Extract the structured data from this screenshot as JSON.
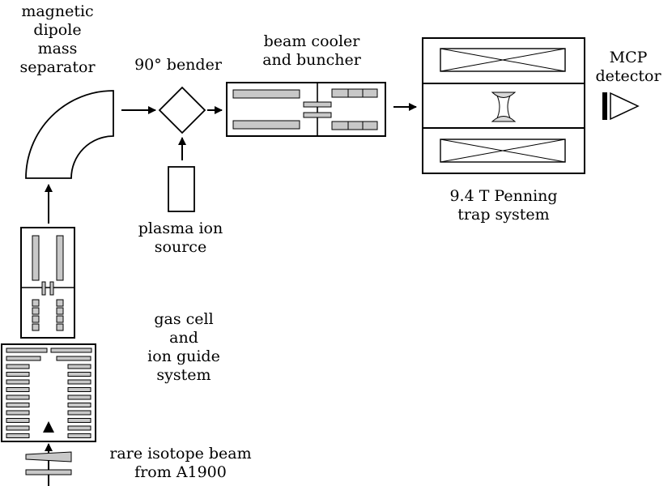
{
  "labels": {
    "separator": [
      "magnetic",
      "dipole",
      "mass",
      "separator"
    ],
    "bender": [
      "90° bender"
    ],
    "cooler": [
      "beam cooler",
      "and buncher"
    ],
    "mcp": [
      "MCP",
      "detector"
    ],
    "penning": [
      "9.4 T Penning",
      "trap system"
    ],
    "plasma": [
      "plasma ion",
      "source"
    ],
    "gascell": [
      "gas cell",
      "and",
      "ion guide",
      "system"
    ],
    "beam": [
      "rare isotope beam",
      "from A1900"
    ]
  },
  "colors": {
    "stroke": "#000000",
    "electrode_fill": "#c8c8c8",
    "trap_fill": "#d8d8d8",
    "background": "#ffffff"
  }
}
